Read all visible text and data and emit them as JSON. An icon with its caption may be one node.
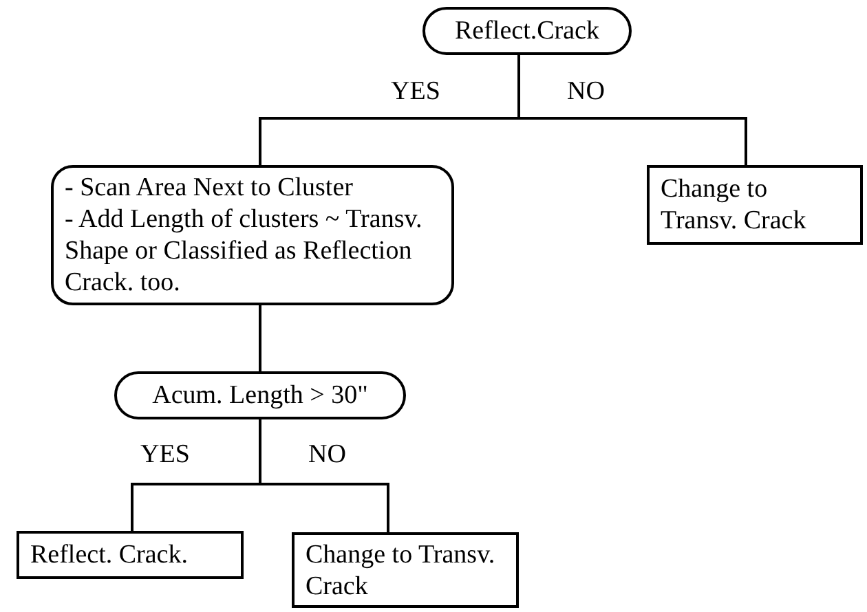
{
  "diagram": {
    "nodes": [
      {
        "text": [
          "Reflect.Crack"
        ]
      },
      {
        "text": [
          "- Scan Area Next to Cluster",
          "- Add Length of clusters ~ Transv. Shape or Classified as Reflection Crack. too."
        ]
      },
      {
        "text": [
          "Change to Transv. Crack"
        ]
      },
      {
        "text": [
          "Acum. Length > 30\""
        ]
      },
      {
        "text": [
          "Reflect. Crack."
        ]
      },
      {
        "text": [
          "Change to Transv. Crack"
        ]
      }
    ],
    "edges": [
      {
        "from": 0,
        "to": 1,
        "arrow": "none",
        "label": "YES"
      },
      {
        "from": 0,
        "to": 2,
        "arrow": "none",
        "label": "NO"
      },
      {
        "from": 1,
        "to": 3,
        "arrow": "none"
      },
      {
        "from": 3,
        "to": 4,
        "arrow": "none",
        "label": "YES"
      },
      {
        "from": 3,
        "to": 5,
        "arrow": "none",
        "label": "NO"
      }
    ]
  }
}
